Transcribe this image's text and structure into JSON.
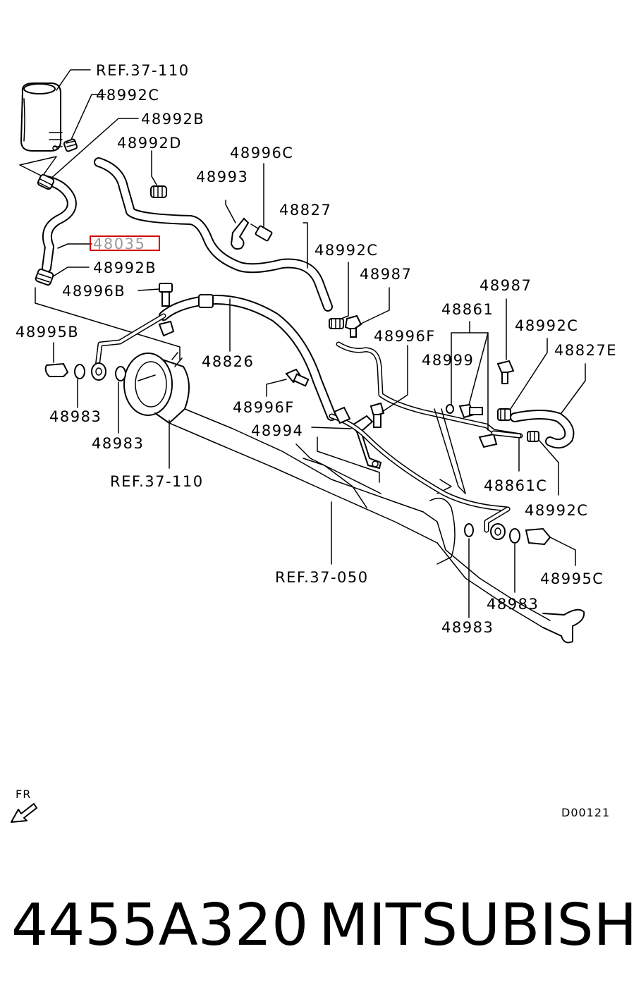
{
  "labels": {
    "ref_37_110_top": "REF.37-110",
    "p48992C_top": "48992C",
    "p48992B_top": "48992B",
    "p48992D": "48992D",
    "p48996C": "48996C",
    "p48993": "48993",
    "p48827": "48827",
    "p48035": "48035",
    "p48992C_mid": "48992C",
    "p48987_mid": "48987",
    "p48992B_bottom": "48992B",
    "p48996B": "48996B",
    "p48987_right": "48987",
    "p48861": "48861",
    "p48992C_right": "48992C",
    "p48995B": "48995B",
    "p48996F_right": "48996F",
    "p48827E": "48827E",
    "p48999": "48999",
    "p48826": "48826",
    "p48983_left": "48983",
    "p48996F_left": "48996F",
    "p48983_mid": "48983",
    "p48994": "48994",
    "ref_37_110_bottom": "REF.37-110",
    "p48861C": "48861C",
    "p48992C_bottom": "48992C",
    "ref_37_050": "REF.37-050",
    "p48995C": "48995C",
    "p48983_right": "48983",
    "p48983_bottom": "48983",
    "fr": "FR",
    "drawing_code": "D00121"
  },
  "highlight": {
    "part": "48035",
    "color": "#d40000"
  },
  "footer": {
    "part_number": "4455A320",
    "brand": "MITSUBISHI"
  }
}
